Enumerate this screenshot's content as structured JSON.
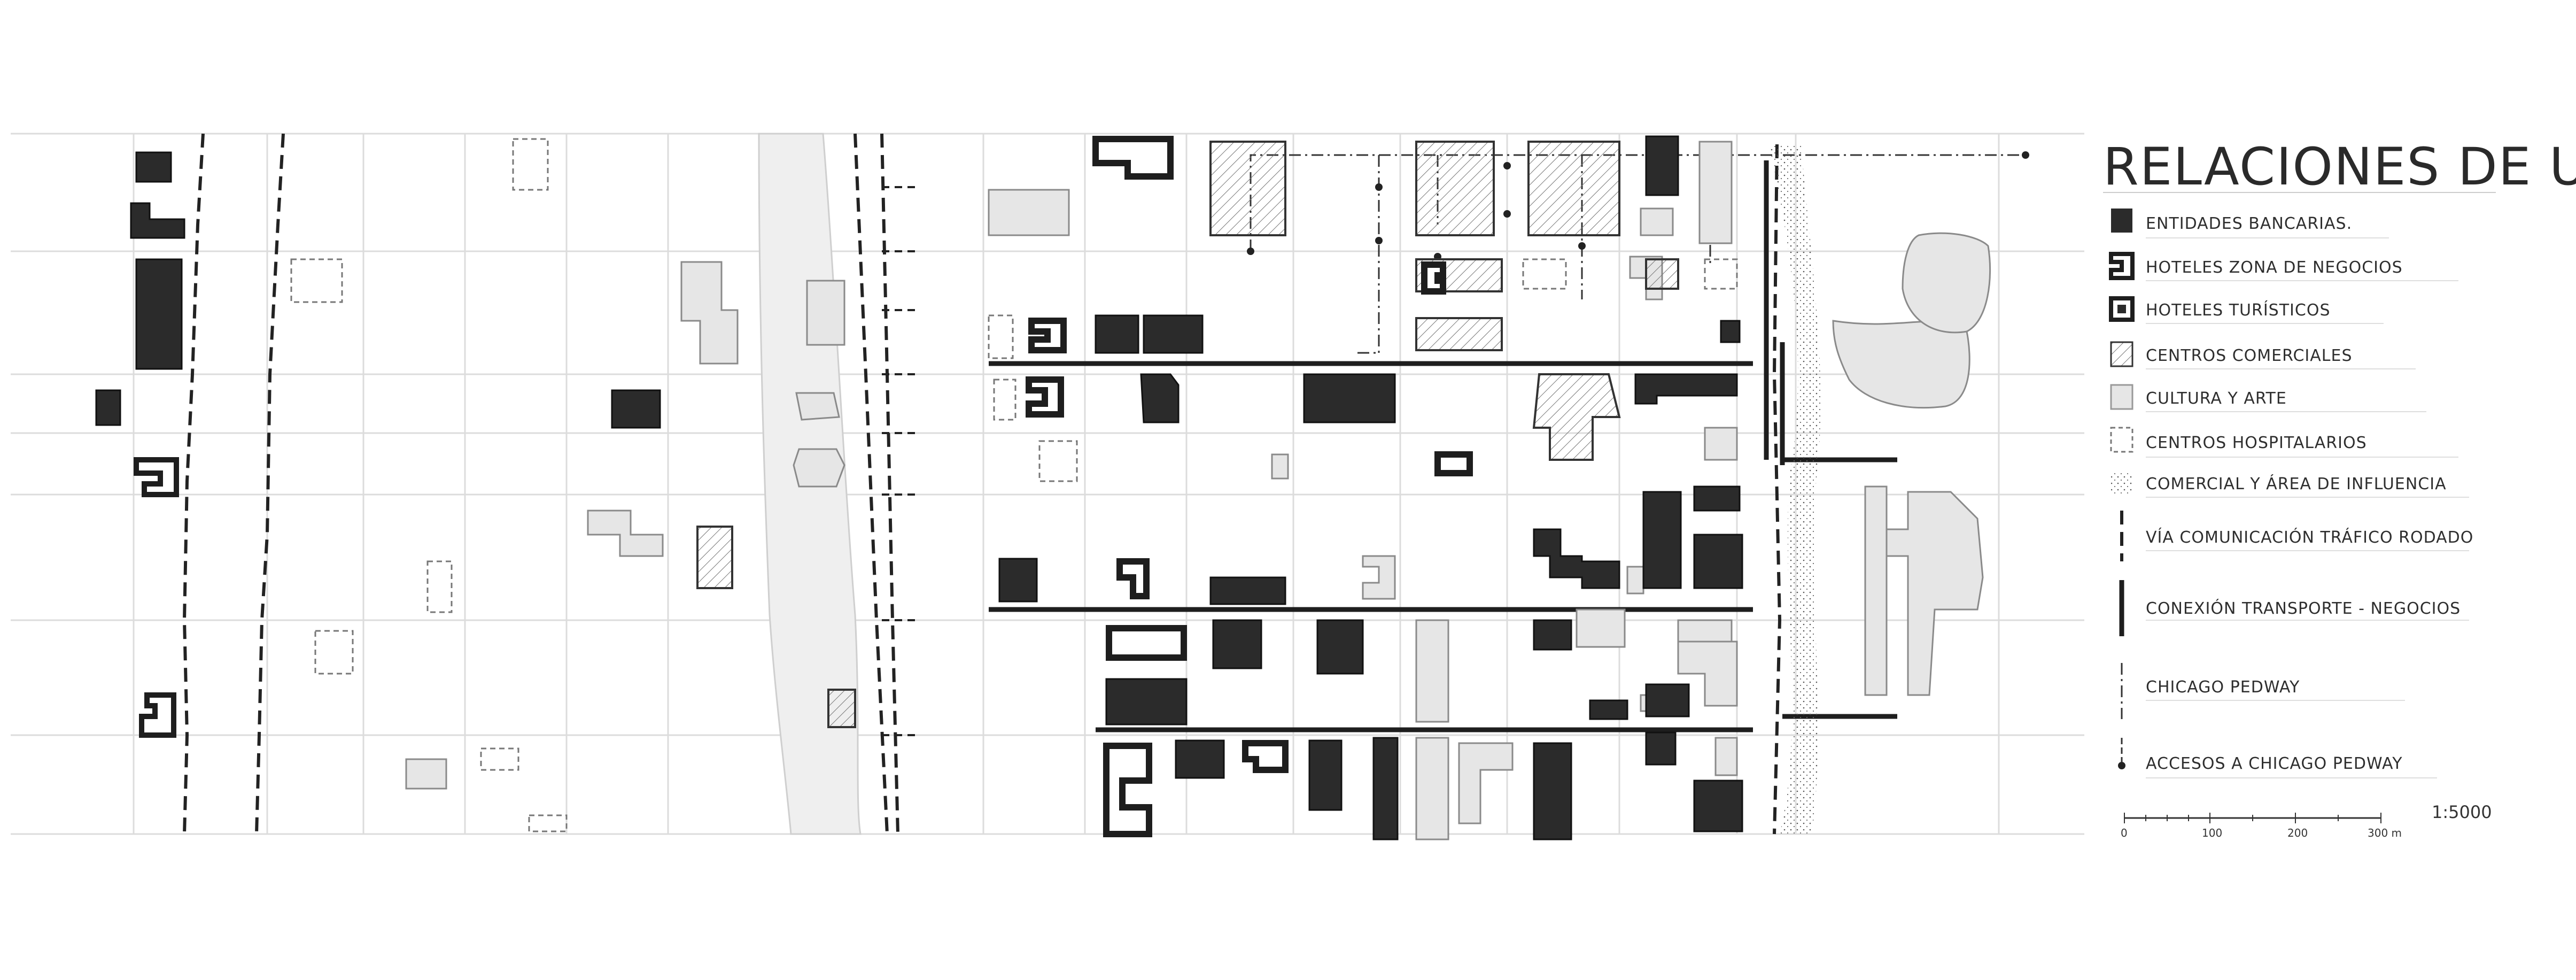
{
  "legend": {
    "title": "RELACIONES DE USOS",
    "items": [
      {
        "key": "bank",
        "label": "ENTIDADES BANCARIAS."
      },
      {
        "key": "hotel_business",
        "label": "HOTELES ZONA DE NEGOCIOS"
      },
      {
        "key": "hotel_tourist",
        "label": "HOTELES TURÍSTICOS"
      },
      {
        "key": "commercial",
        "label": "CENTROS COMERCIALES"
      },
      {
        "key": "culture",
        "label": "CULTURA Y ARTE"
      },
      {
        "key": "hospital",
        "label": "CENTROS HOSPITALARIOS"
      },
      {
        "key": "influence",
        "label": "COMERCIAL Y ÁREA DE INFLUENCIA"
      },
      {
        "key": "road",
        "label": "VÍA COMUNICACIÓN TRÁFICO RODADO"
      },
      {
        "key": "transport",
        "label": "CONEXIÓN TRANSPORTE - NEGOCIOS"
      },
      {
        "key": "pedway",
        "label": "CHICAGO PEDWAY"
      },
      {
        "key": "pedway_access",
        "label": "ACCESOS A CHICAGO PEDWAY"
      }
    ]
  },
  "scale": {
    "ticks": [
      "0",
      "100",
      "200",
      "300 m"
    ],
    "ratio": "1:5000"
  },
  "colors": {
    "bank": "#2b2b2b",
    "commercial_hatch": "#7a7a7a",
    "culture": "#e4e4e4",
    "grid": "#d8d8d8",
    "river": "#eeeeee"
  }
}
